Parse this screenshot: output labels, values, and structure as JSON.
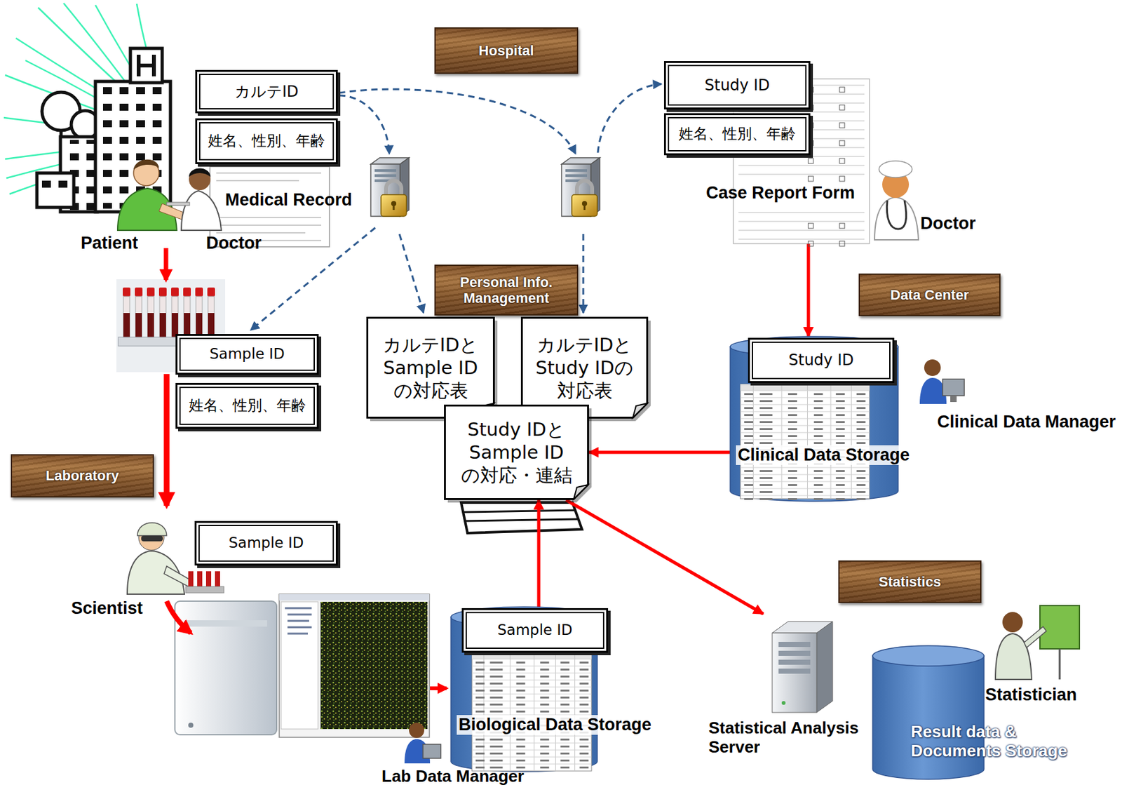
{
  "diagram": {
    "nodes": [
      {
        "text": [
          "Hospital"
        ]
      },
      {
        "text": [
          "カルテID"
        ],
        "in": 0
      },
      {
        "text": [
          "姓名、性別、年齢"
        ],
        "in": 0
      },
      {
        "text": [
          "Case Report Form"
        ],
        "in": 0
      },
      {
        "text": [
          "Study ID"
        ],
        "in": 0
      },
      {
        "text": [
          "姓名、性別、年齢"
        ],
        "in": 0
      },
      {
        "text": [
          "Sample ID"
        ],
        "in": 0
      },
      {
        "text": [
          "姓名、性別、年齢"
        ],
        "in": 0
      },
      {
        "text": [
          "Personal Info. Management"
        ]
      },
      {
        "text": [
          "カルテIDと Sample ID の対応表"
        ],
        "in": 8
      },
      {
        "text": [
          "カルテIDと Study IDの 対応表"
        ],
        "in": 8
      },
      {
        "text": [
          "Study IDと Sample ID の対応・連結"
        ],
        "in": 8
      },
      {
        "text": [
          "Data Center"
        ]
      },
      {
        "text": [
          "Clinical Data Storage"
        ],
        "in": 12
      },
      {
        "text": [
          "Study ID"
        ],
        "in": 13
      },
      {
        "text": [
          "Laboratory"
        ]
      },
      {
        "text": [
          "Sample ID"
        ],
        "in": 15
      },
      {
        "text": [
          "Biological Data Storage"
        ],
        "in": 15
      },
      {
        "text": [
          "Sample ID"
        ],
        "in": 17
      },
      {
        "text": [
          "Statistics"
        ]
      },
      {
        "text": [
          "Statistical Analysis Server"
        ],
        "in": 19
      },
      {
        "text": [
          "Result data & Documents Storage"
        ],
        "in": 19
      }
    ],
    "edges": [
      {
        "from": 3,
        "to": 13,
        "arrow": "to"
      },
      {
        "from": 13,
        "to": 11,
        "arrow": "to"
      },
      {
        "from": 17,
        "to": 11,
        "arrow": "to"
      },
      {
        "from": 11,
        "to": 20,
        "arrow": "to"
      }
    ],
    "labels": [
      "Medical Record",
      "Patient",
      "Doctor",
      "Doctor",
      "Clinical Data Manager",
      "Scientist",
      "Lab Data Manager",
      "Statistician"
    ]
  }
}
